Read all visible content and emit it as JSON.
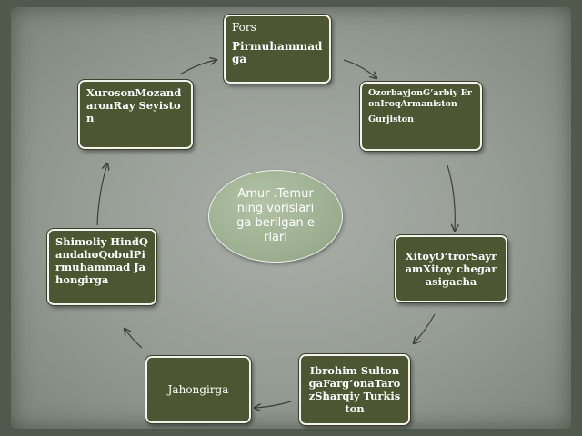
{
  "diagram": {
    "center": "Amur .Temurning vorislariga berilgan erlari",
    "nodes": [
      {
        "id": "top",
        "lines": [
          "Fors",
          "Pirmuhammadga"
        ]
      },
      {
        "id": "right-upper",
        "lines": [
          "OzorbayjonG’arbiy EronIroqArmaniston",
          "Gurjiston"
        ]
      },
      {
        "id": "right-lower",
        "lines": [
          "XitoyO’trorSayramXitoy chegarasigacha"
        ]
      },
      {
        "id": "bottom-right",
        "lines": [
          "Ibrohim SultongaFarg’onaTarozSharqiy Turkiston"
        ]
      },
      {
        "id": "bottom-left",
        "lines": [
          "Jahongirga"
        ]
      },
      {
        "id": "left-lower",
        "lines": [
          "Shimoliy HindQandahoQobulPirmuhammad Jahongirga"
        ]
      },
      {
        "id": "left-upper",
        "lines": [
          "XurosonMozandaronRay Seyiston"
        ]
      }
    ]
  }
}
